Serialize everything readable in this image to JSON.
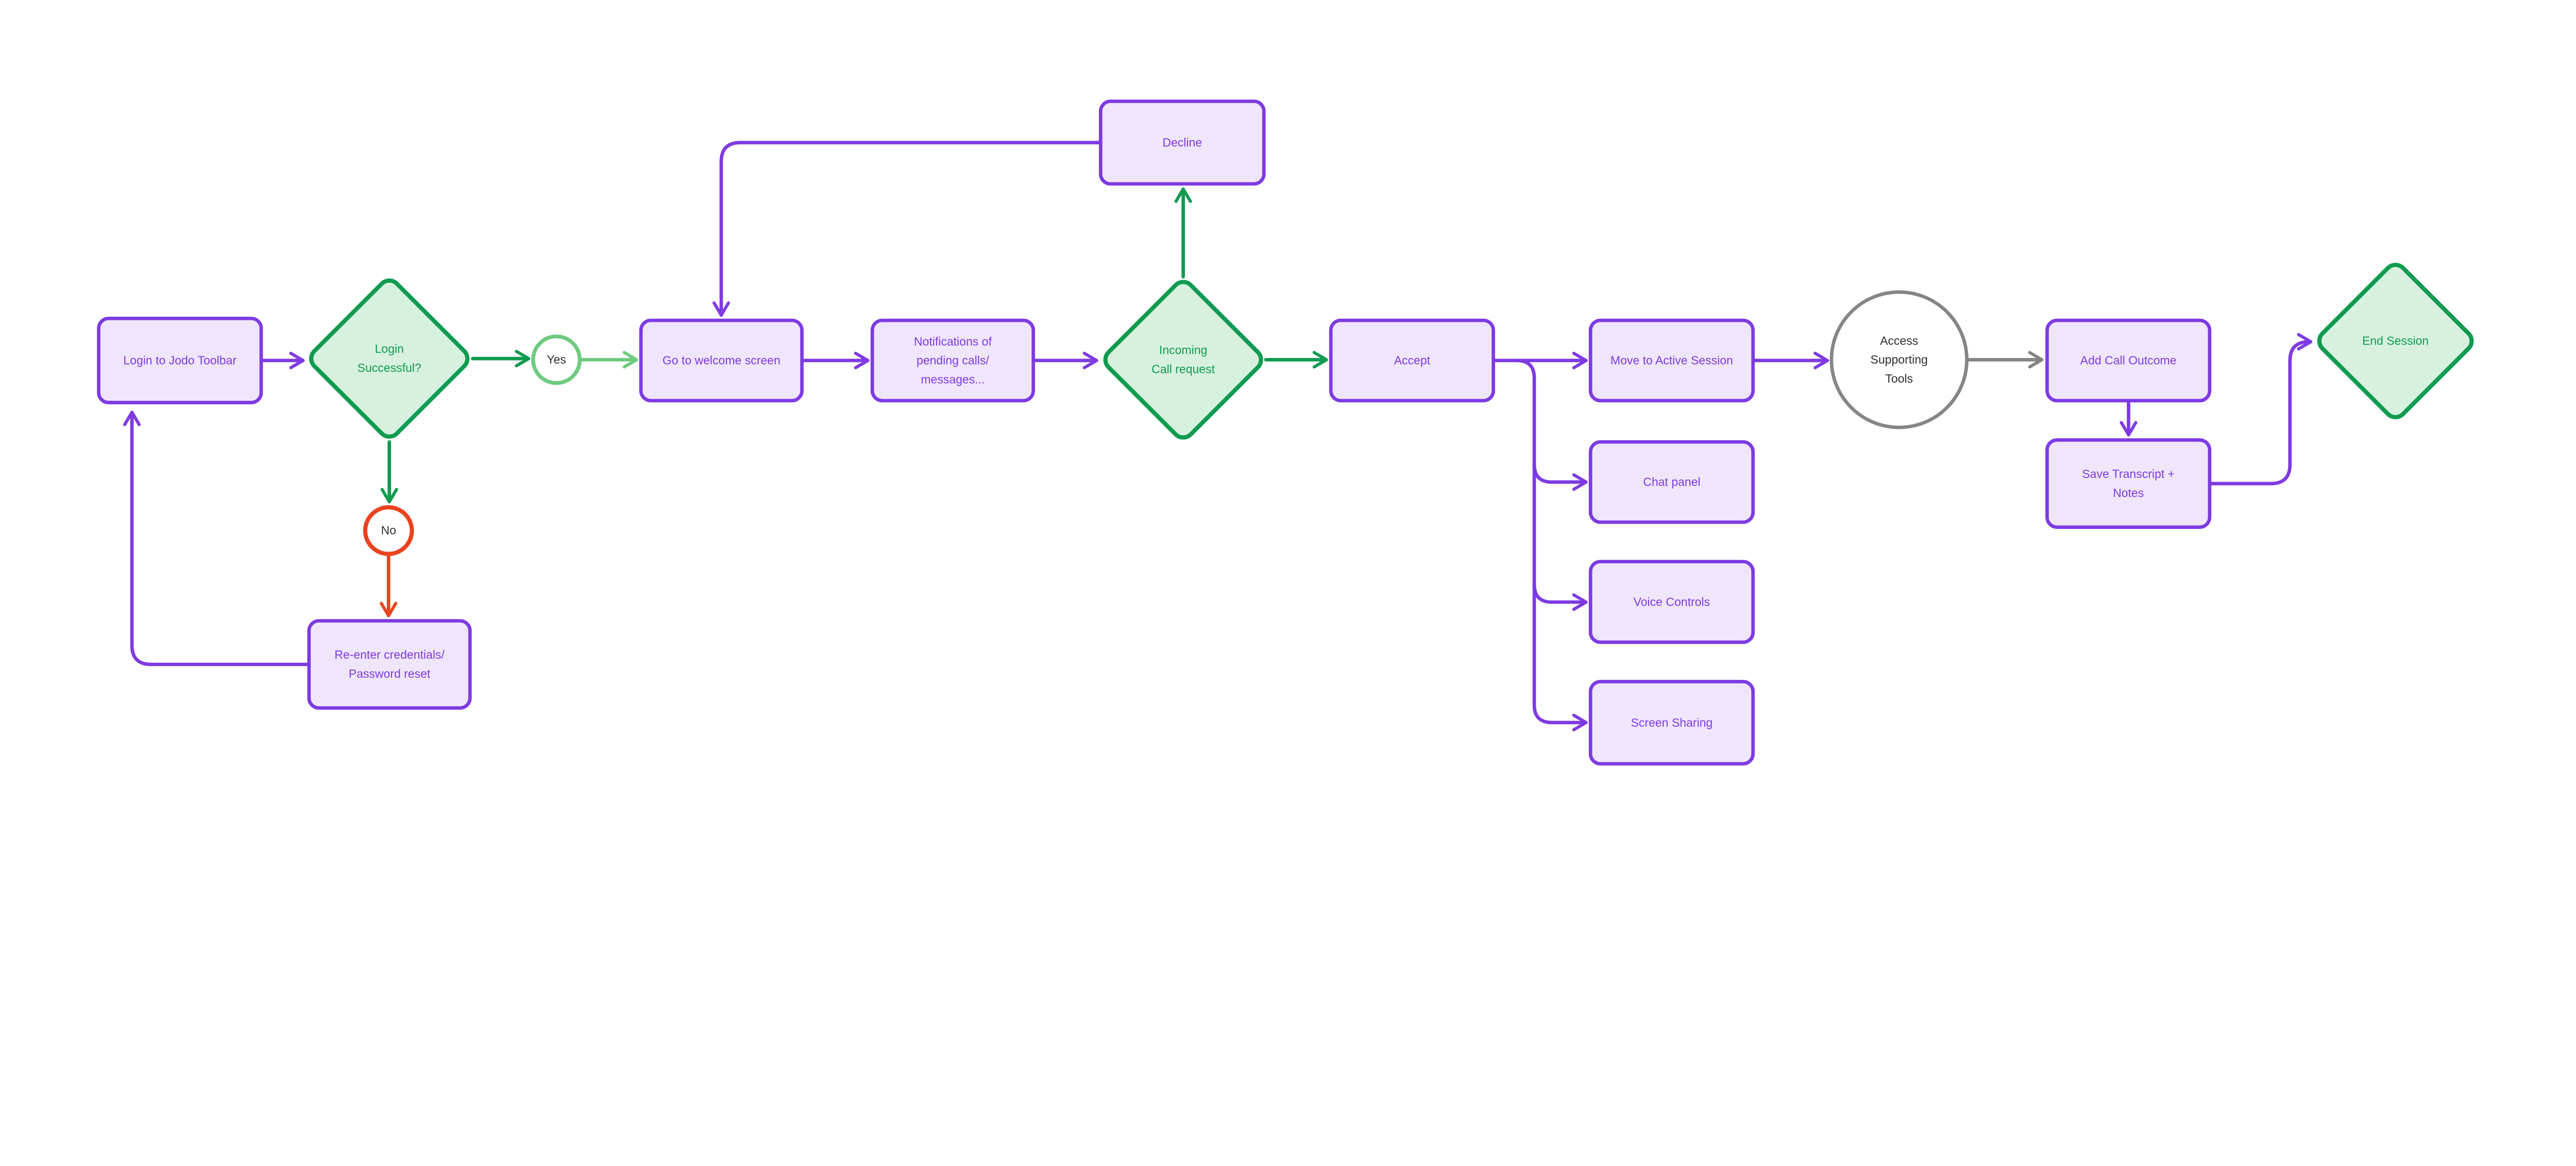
{
  "page": {
    "background": "#ffffff",
    "description": "Flowchart of Jodo Toolbar agent call-handling workflow"
  },
  "palette": {
    "purple": "#7e3ae2",
    "purple_fill": "#efe6fb",
    "green": "#0f9b50",
    "green_fill": "#d7f1de",
    "light_green": "#6ecb80",
    "red": "#e8431f",
    "gray": "#858585",
    "dark_text": "#2f2f2f",
    "white": "#ffffff"
  },
  "diagram": {
    "nodes": [
      {
        "id": "login",
        "shape": "rect",
        "label": "Login to Jodo Toolbar"
      },
      {
        "id": "login-successful",
        "shape": "diamond",
        "label": "Login\nSuccessful?"
      },
      {
        "id": "yes",
        "shape": "circle",
        "label": "Yes"
      },
      {
        "id": "welcome",
        "shape": "rect",
        "label": "Go to welcome screen"
      },
      {
        "id": "notifications",
        "shape": "rect",
        "label": "Notifications of\npending calls/\nmessages..."
      },
      {
        "id": "incoming-call",
        "shape": "diamond",
        "label": "Incoming\nCall request"
      },
      {
        "id": "decline",
        "shape": "rect",
        "label": "Decline"
      },
      {
        "id": "accept",
        "shape": "rect",
        "label": "Accept"
      },
      {
        "id": "move-active",
        "shape": "rect",
        "label": "Move to Active Session"
      },
      {
        "id": "chat-panel",
        "shape": "rect",
        "label": "Chat panel"
      },
      {
        "id": "voice-controls",
        "shape": "rect",
        "label": "Voice Controls"
      },
      {
        "id": "screen-sharing",
        "shape": "rect",
        "label": "Screen Sharing"
      },
      {
        "id": "access-tools",
        "shape": "circle",
        "label": "Access\nSupporting\nTools"
      },
      {
        "id": "add-outcome",
        "shape": "rect",
        "label": "Add Call Outcome"
      },
      {
        "id": "save-transcript",
        "shape": "rect",
        "label": "Save Transcript +\nNotes"
      },
      {
        "id": "end-session",
        "shape": "diamond",
        "label": "End Session"
      },
      {
        "id": "no",
        "shape": "circle",
        "label": "No"
      },
      {
        "id": "reenter",
        "shape": "rect",
        "label": "Re-enter credentials/\nPassword reset"
      }
    ],
    "edges": [
      {
        "from": "login",
        "to": "login-successful",
        "color": "purple"
      },
      {
        "from": "login-successful",
        "to": "yes",
        "color": "green"
      },
      {
        "from": "yes",
        "to": "welcome",
        "color": "light_green"
      },
      {
        "from": "welcome",
        "to": "notifications",
        "color": "purple"
      },
      {
        "from": "notifications",
        "to": "incoming-call",
        "color": "purple"
      },
      {
        "from": "incoming-call",
        "to": "decline",
        "color": "green"
      },
      {
        "from": "incoming-call",
        "to": "accept",
        "color": "green"
      },
      {
        "from": "decline",
        "to": "welcome",
        "color": "purple"
      },
      {
        "from": "accept",
        "to": "move-active",
        "color": "purple"
      },
      {
        "from": "accept",
        "to": "chat-panel",
        "color": "purple"
      },
      {
        "from": "accept",
        "to": "voice-controls",
        "color": "purple"
      },
      {
        "from": "accept",
        "to": "screen-sharing",
        "color": "purple"
      },
      {
        "from": "move-active",
        "to": "access-tools",
        "color": "purple"
      },
      {
        "from": "access-tools",
        "to": "add-outcome",
        "color": "gray"
      },
      {
        "from": "add-outcome",
        "to": "save-transcript",
        "color": "purple"
      },
      {
        "from": "save-transcript",
        "to": "end-session",
        "color": "purple"
      },
      {
        "from": "login-successful",
        "to": "no",
        "color": "green"
      },
      {
        "from": "no",
        "to": "reenter",
        "color": "red"
      },
      {
        "from": "reenter",
        "to": "login",
        "color": "purple"
      }
    ]
  }
}
